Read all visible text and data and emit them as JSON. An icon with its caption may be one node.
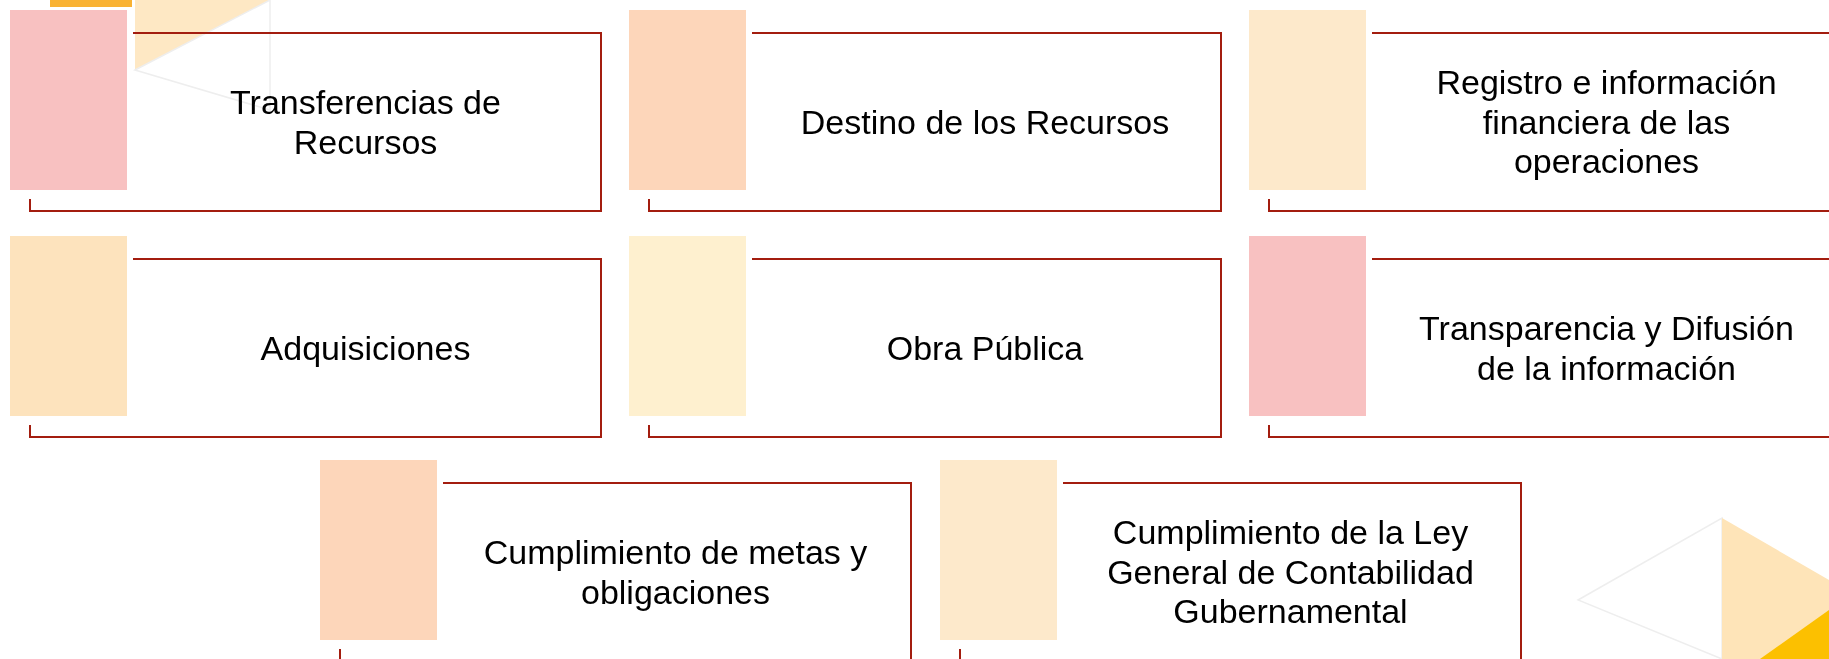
{
  "diagram": {
    "nodes": [
      {
        "text": [
          "Transferencias de Recursos"
        ]
      },
      {
        "text": [
          "Destino de los Recursos"
        ]
      },
      {
        "text": [
          "Registro e información financiera de las operaciones"
        ]
      },
      {
        "text": [
          "Adquisiciones"
        ]
      },
      {
        "text": [
          "Obra Pública"
        ]
      },
      {
        "text": [
          "Transparencia y Difusión de la información"
        ]
      },
      {
        "text": [
          "Cumplimiento de metas y obligaciones"
        ]
      },
      {
        "text": [
          "Cumplimiento de la Ley General de Contabilidad Gubernamental"
        ]
      }
    ]
  }
}
